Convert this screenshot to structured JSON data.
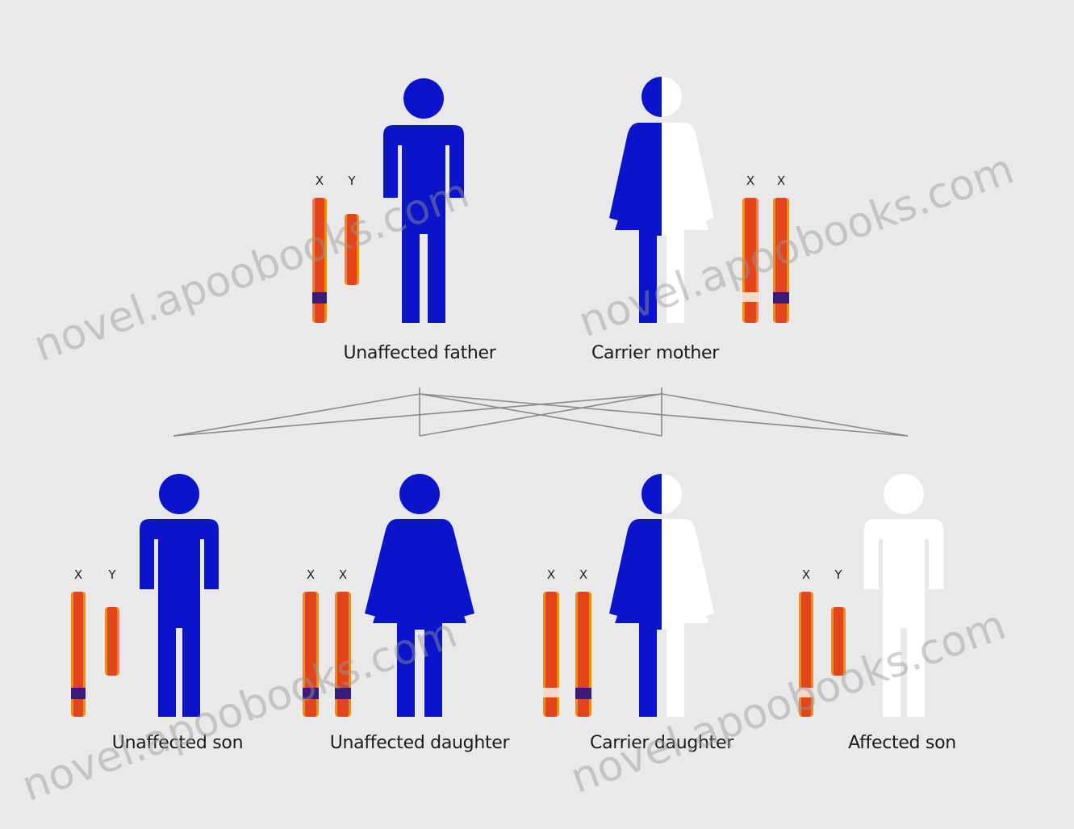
{
  "colors": {
    "background": "#e9e9e9",
    "figure_blue": "#0a14c8",
    "figure_white": "#ffffff",
    "chromosome_red": "#e2441c",
    "chromosome_orange": "#f08a1c",
    "marker_dark": "#3a1a7a",
    "lines": "#888888"
  },
  "chromosome_letters": {
    "x": "X",
    "y": "Y"
  },
  "people": {
    "father": {
      "label": "Unaffected father",
      "figure": "male",
      "fill": "blue",
      "chromosomes": [
        "X",
        "Y"
      ]
    },
    "mother": {
      "label": "Carrier mother",
      "figure": "female",
      "fill": "half",
      "chromosomes": [
        "X",
        "X"
      ]
    },
    "son1": {
      "label": "Unaffected son",
      "figure": "male",
      "fill": "blue",
      "chromosomes": [
        "X",
        "Y"
      ]
    },
    "daughter1": {
      "label": "Unaffected daughter",
      "figure": "female",
      "fill": "blue",
      "chromosomes": [
        "X",
        "X"
      ]
    },
    "daughter2": {
      "label": "Carrier daughter",
      "figure": "female",
      "fill": "half",
      "chromosomes": [
        "X",
        "X"
      ]
    },
    "son2": {
      "label": "Affected son",
      "figure": "male",
      "fill": "white",
      "chromosomes": [
        "X",
        "Y"
      ]
    }
  },
  "watermark": "novel.apoobooks.com"
}
